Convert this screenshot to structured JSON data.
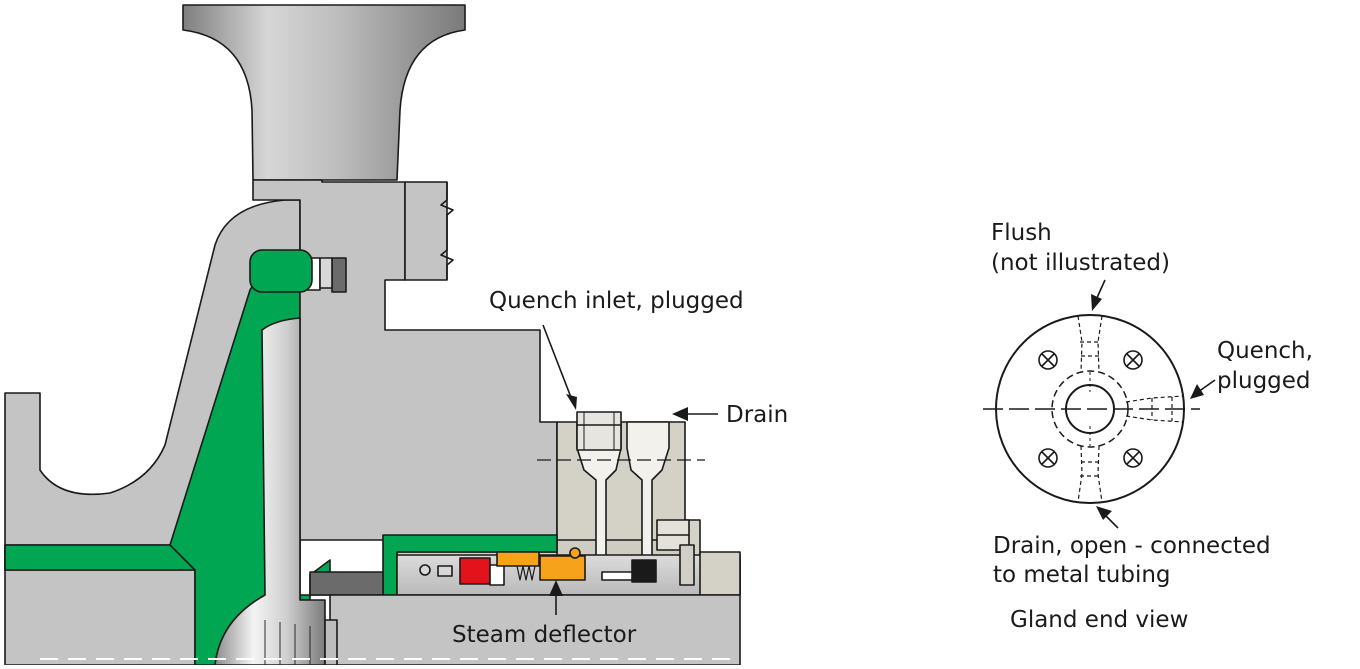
{
  "labels": {
    "quench_inlet": "Quench inlet, plugged",
    "drain": "Drain",
    "steam_deflector": "Steam deflector",
    "flush_line1": "Flush",
    "flush_line2": "(not illustrated)",
    "quench_line1": "Quench,",
    "quench_line2": "plugged",
    "drain_open_line1": "Drain, open - connected",
    "drain_open_line2": "to metal tubing",
    "gland_end_view": "Gland end view"
  },
  "colors": {
    "metal": "#c4c4c4",
    "metal_dark": "#a9a9a9",
    "gland_steel": "#d4d1c6",
    "green": "#00a651",
    "red": "#e4131b",
    "orange": "#f7a21b",
    "black": "#1a1a1a",
    "outline": "#1a1a1a"
  }
}
